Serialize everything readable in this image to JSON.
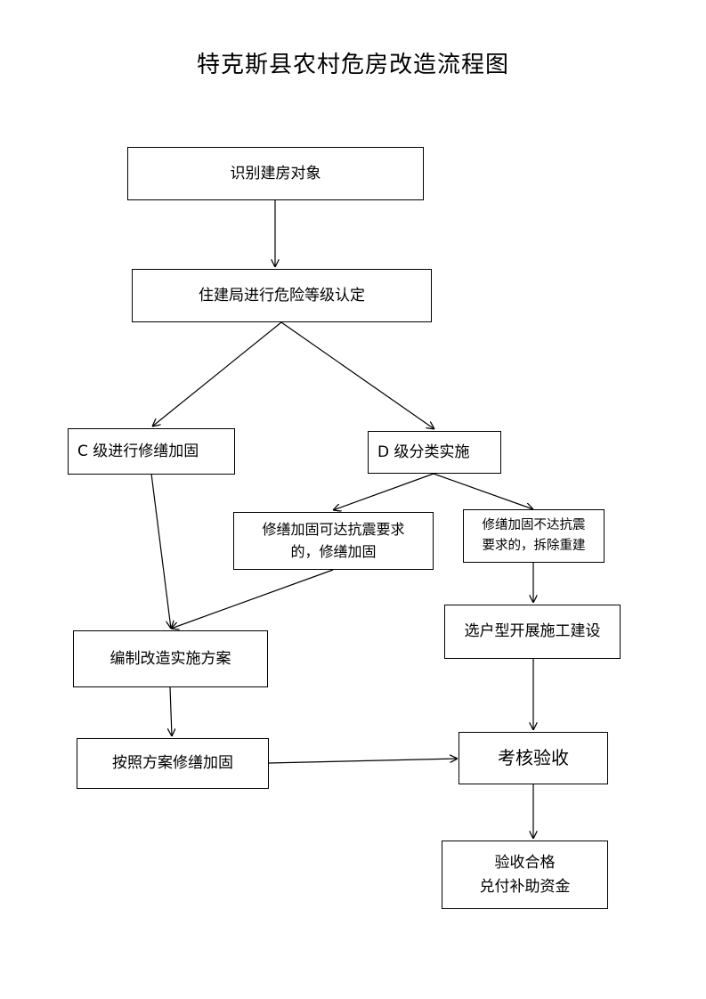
{
  "title": "特克斯县农村危房改造流程图",
  "nodes": {
    "identify": "识别建房对象",
    "assess": "住建局进行危险等级认定",
    "grade_c": "C 级进行修缮加固",
    "grade_d": "D 级分类实施",
    "d_repairable": [
      "修缮加固可达抗震要求",
      "的，修缮加固"
    ],
    "d_not_repairable": [
      "修缮加固不达抗震",
      "要求的，拆除重建"
    ],
    "make_plan": "编制改造实施方案",
    "choose_type": "选户型开展施工建设",
    "repair_by_plan": "按照方案修缮加固",
    "acceptance": "考核验收",
    "subsidy": [
      "验收合格",
      "兑付补助资金"
    ]
  }
}
